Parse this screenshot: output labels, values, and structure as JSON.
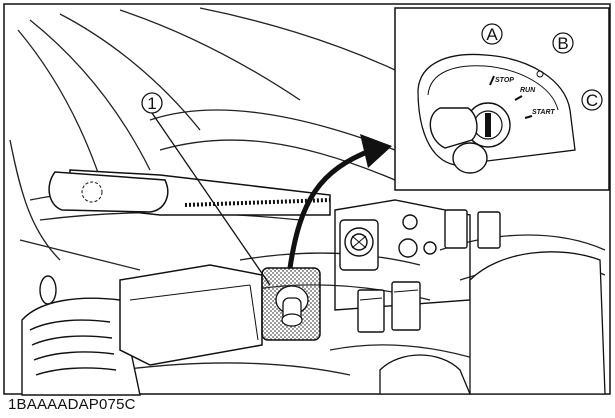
{
  "callout": {
    "number": "1"
  },
  "inset": {
    "labels": {
      "a": "A",
      "b": "B",
      "c": "C"
    },
    "key_positions": {
      "stop": "STOP",
      "run": "RUN",
      "start": "START"
    }
  },
  "figure_code": "1BAAAADAP075C"
}
